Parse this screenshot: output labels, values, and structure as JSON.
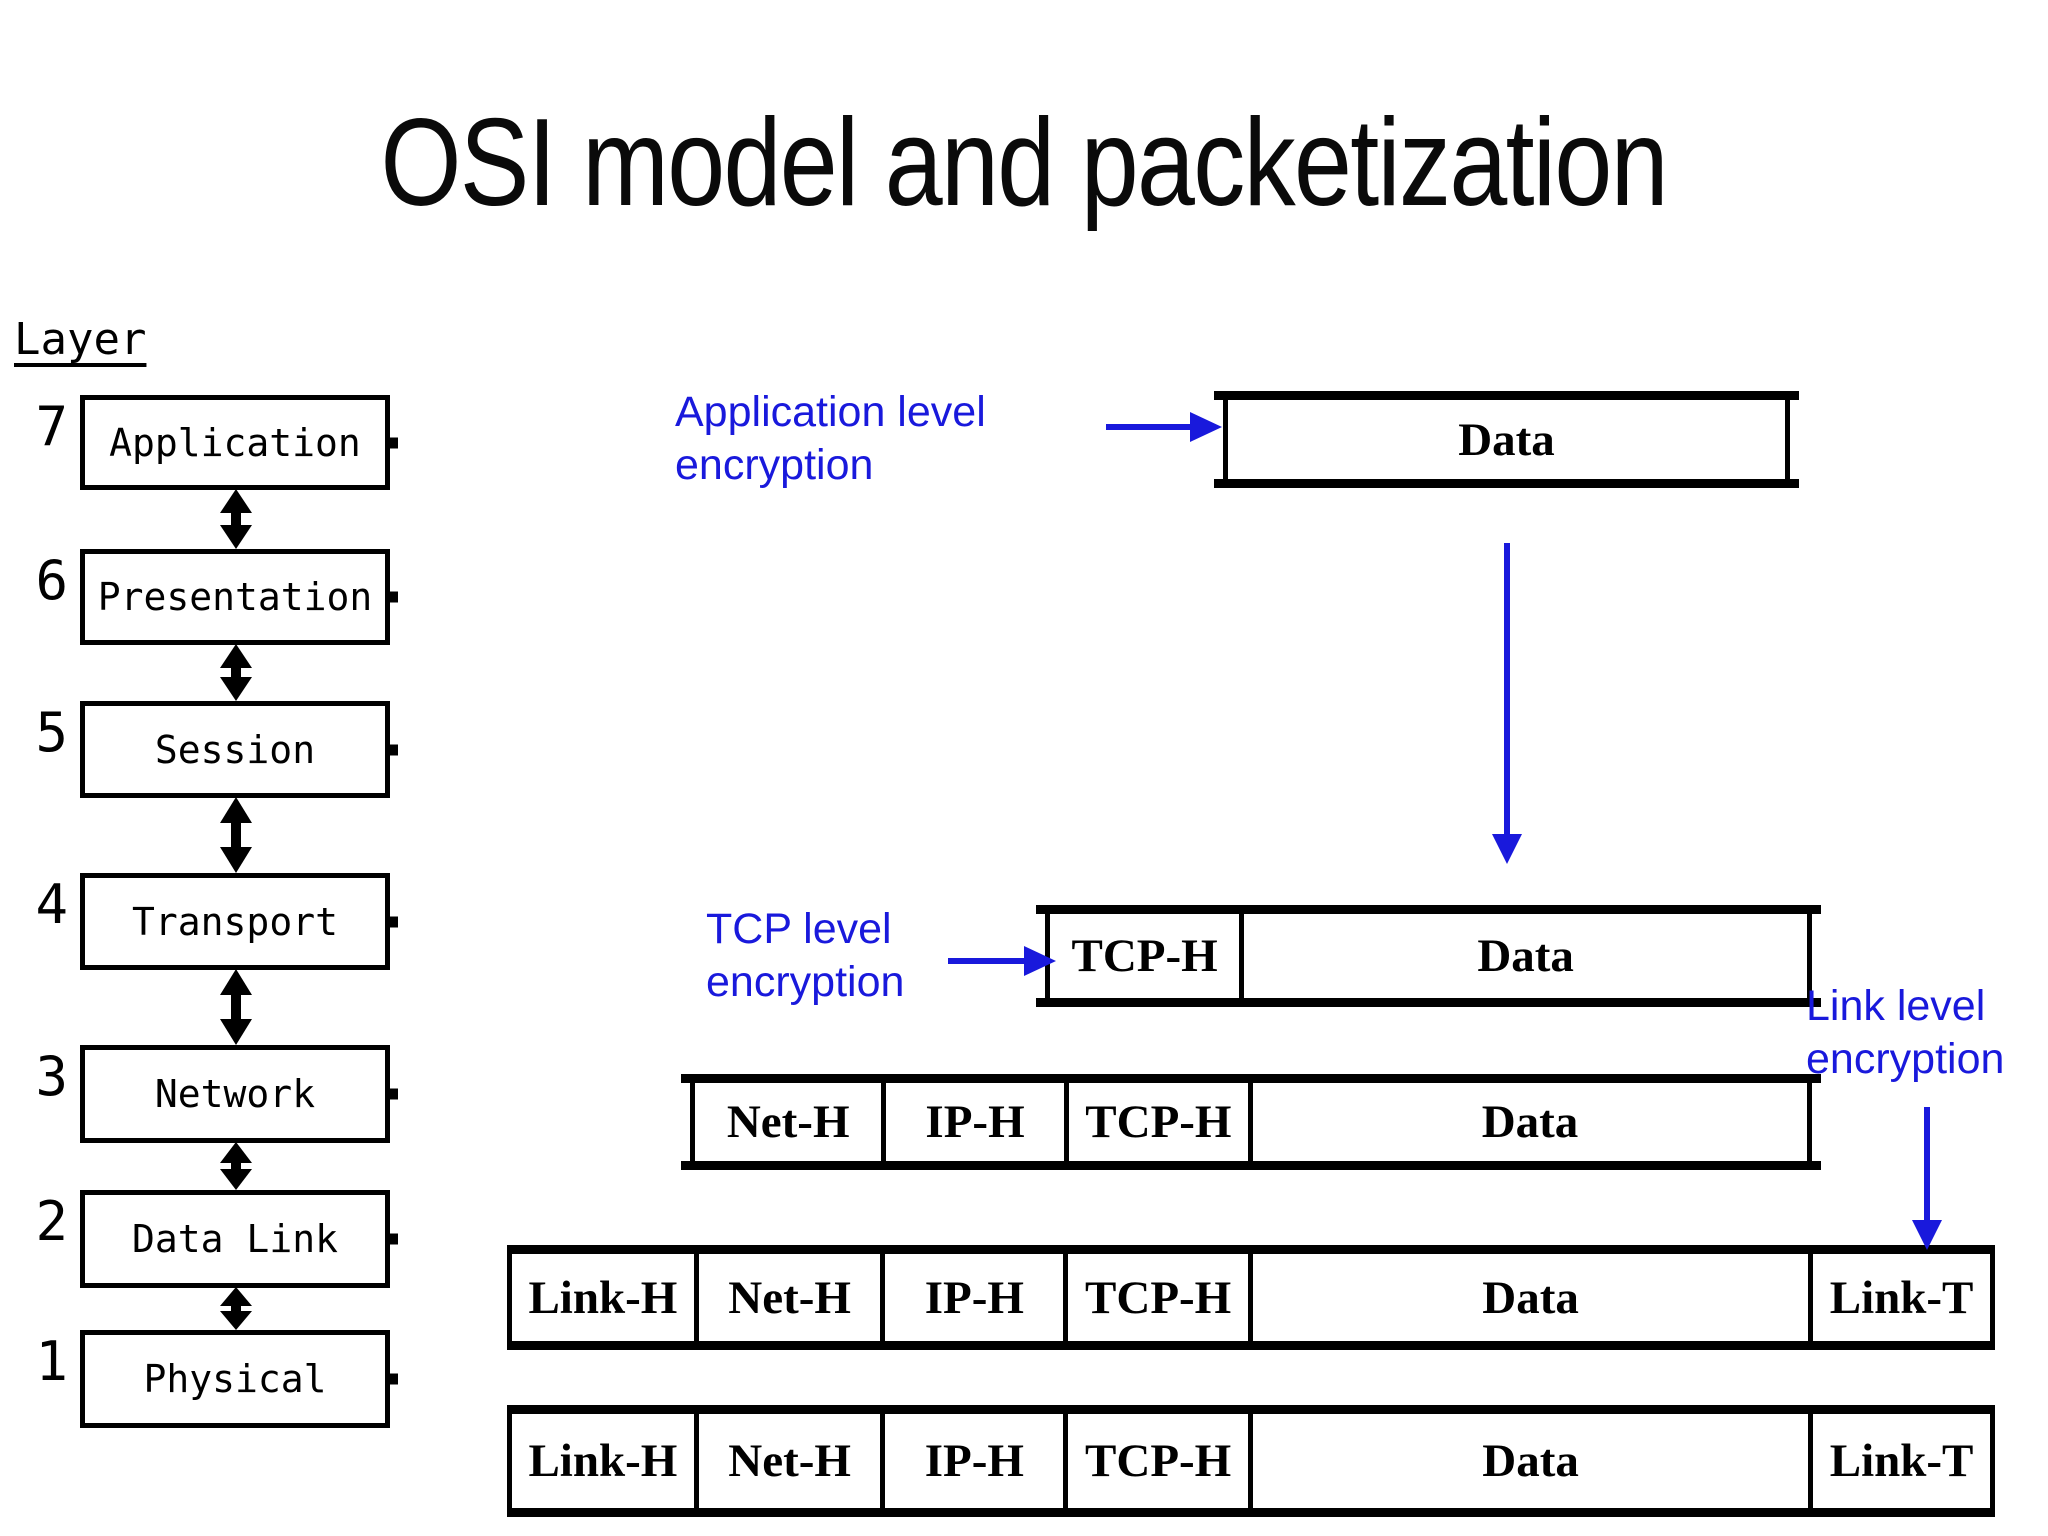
{
  "slide": {
    "title": "OSI model and packetization"
  },
  "colors": {
    "annotation_blue": "#1919dc",
    "diagram_black": "#000000",
    "background": "#ffffff"
  },
  "layer_column": {
    "heading": "Layer",
    "layers": [
      {
        "number": "7",
        "label": "Application"
      },
      {
        "number": "6",
        "label": "Presentation"
      },
      {
        "number": "5",
        "label": "Session"
      },
      {
        "number": "4",
        "label": "Transport"
      },
      {
        "number": "3",
        "label": "Network"
      },
      {
        "number": "2",
        "label": "Data Link"
      },
      {
        "number": "1",
        "label": "Physical"
      }
    ]
  },
  "annotations": {
    "application_encryption": {
      "line1": "Application level",
      "line2": "encryption"
    },
    "tcp_encryption": {
      "line1": "TCP level",
      "line2": "encryption"
    },
    "link_encryption": {
      "line1": "Link level",
      "line2": "encryption"
    }
  },
  "packet_rows": [
    {
      "layer": "application",
      "cells": [
        "Data"
      ]
    },
    {
      "layer": "transport",
      "cells": [
        "TCP-H",
        "Data"
      ]
    },
    {
      "layer": "network",
      "cells": [
        "Net-H",
        "IP-H",
        "TCP-H",
        "Data"
      ]
    },
    {
      "layer": "data-link",
      "cells": [
        "Link-H",
        "Net-H",
        "IP-H",
        "TCP-H",
        "Data",
        "Link-T"
      ]
    },
    {
      "layer": "physical",
      "cells": [
        "Link-H",
        "Net-H",
        "IP-H",
        "TCP-H",
        "Data",
        "Link-T"
      ]
    }
  ]
}
